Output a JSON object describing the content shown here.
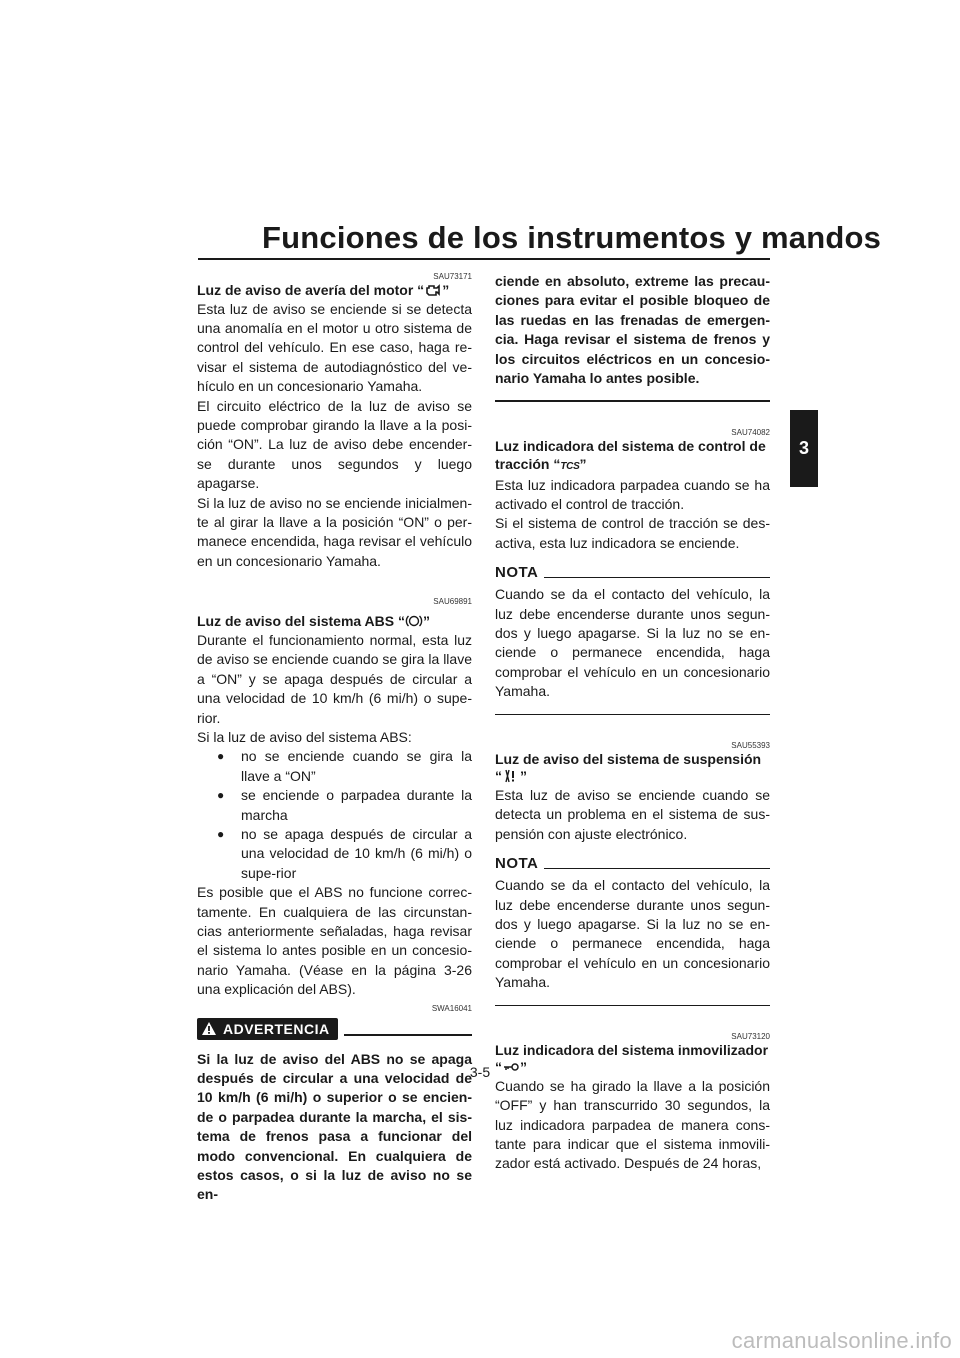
{
  "header": {
    "title": "Funciones de los instrumentos y mandos"
  },
  "chapter_tab": "3",
  "left": {
    "s1": {
      "code": "SAU73171",
      "title_pre": "Luz de aviso de avería del motor “",
      "title_post": "”",
      "icon": "engine-icon",
      "p1": "Esta luz de aviso se enciende si se detecta una anomalía en el motor u otro sistema de control del vehículo. En ese caso, haga re-visar el sistema de autodiagnóstico del ve-hículo en un concesionario Yamaha.",
      "p2": "El circuito eléctrico de la luz de aviso se puede comprobar girando la llave a la posi-ción “ON”. La luz de aviso debe encender-se durante unos segundos y luego apagarse.",
      "p3": "Si la luz de aviso no se enciende inicialmen-te al girar la llave a la posición “ON” o per-manece encendida, haga revisar el vehículo en un concesionario Yamaha."
    },
    "s2": {
      "code": "SAU69891",
      "title_pre": "Luz de aviso del sistema ABS “",
      "title_post": "”",
      "icon": "abs-icon",
      "p1": "Durante el funcionamiento normal, esta luz de aviso se enciende cuando se gira la llave a “ON” y se apaga después de circular a una velocidad de 10 km/h (6 mi/h) o supe-rior.",
      "p2": "Si la luz de aviso del sistema ABS:",
      "bullets": [
        "no se enciende cuando se gira la llave a “ON”",
        "se enciende o parpadea durante la marcha",
        "no se apaga después de circular a una velocidad de 10 km/h (6 mi/h) o supe-rior"
      ],
      "p3": "Es posible que el ABS no funcione correc-tamente. En cualquiera de las circunstan-cias anteriormente señaladas, haga revisar el sistema lo antes posible en un concesio-nario Yamaha. (Véase en la página 3-26 una explicación del ABS).",
      "warn_code": "SWA16041",
      "warn_label": "ADVERTENCIA",
      "warn_text_a": "Si la luz de aviso del ABS no se apaga después de circular a una velocidad de 10 km/h (6 mi/h) o superior o se encien-de o parpadea durante la marcha, el sis-tema de frenos pasa a funcionar del modo convencional. En cualquiera de estos casos, o si la luz de aviso no se en-"
    }
  },
  "right": {
    "warn_text_b": "ciende en absoluto, extreme las precau-ciones para evitar el posible bloqueo de las ruedas en las frenadas de emergen-cia. Haga revisar el sistema de frenos y los circuitos eléctricos en un concesio-nario Yamaha lo antes posible.",
    "s3": {
      "code": "SAU74082",
      "title_pre": "Luz indicadora del sistema de control de tracción “",
      "title_post": "”",
      "icon_text": "TCS",
      "p1": "Esta luz indicadora parpadea cuando se ha activado el control de tracción.",
      "p2": "Si el sistema de control de tracción se des-activa, esta luz indicadora se enciende.",
      "note_label": "NOTA",
      "note": "Cuando se da el contacto del vehículo, la luz debe encenderse durante unos segun-dos y luego apagarse. Si la luz no se en-ciende o permanece encendida, haga comprobar el vehículo en un concesionario Yamaha."
    },
    "s4": {
      "code": "SAU55393",
      "title_pre": "Luz de aviso del sistema de suspensión “",
      "title_post": "”",
      "icon": "suspension-warning-icon",
      "p1": "Esta luz de aviso se enciende cuando se detecta un problema en el sistema de sus-pensión con ajuste electrónico.",
      "note_label": "NOTA",
      "note": "Cuando se da el contacto del vehículo, la luz debe encenderse durante unos segun-dos y luego apagarse. Si la luz no se en-ciende o permanece encendida, haga comprobar el vehículo en un concesionario Yamaha."
    },
    "s5": {
      "code": "SAU73120",
      "title_pre": "Luz indicadora del sistema inmovilizador “",
      "title_post": "”",
      "icon": "key-icon",
      "p1": "Cuando se ha girado la llave a la posición “OFF” y han transcurrido 30 segundos, la luz indicadora parpadea de manera cons-tante para indicar que el sistema inmovili-zador está activado. Después de 24 horas,"
    }
  },
  "page_number": "3-5",
  "watermark": "carmanualsonline.info"
}
